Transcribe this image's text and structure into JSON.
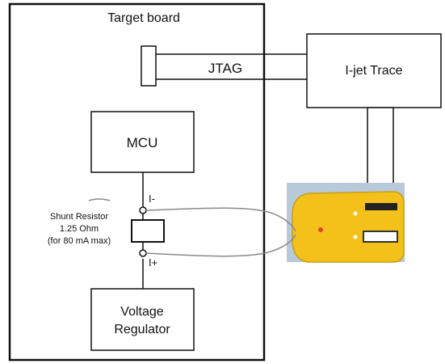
{
  "board": {
    "title": "Target board"
  },
  "jtag": {
    "label": "JTAG"
  },
  "ijet": {
    "label": "I-jet Trace"
  },
  "mcu": {
    "label": "MCU"
  },
  "regulator": {
    "line1": "Voltage",
    "line2": "Regulator"
  },
  "shunt": {
    "line1": "Shunt Resistor",
    "line2": "1.25 Ohm",
    "line3": "(for 80 mA max)",
    "minus_label": "I-",
    "plus_label": "I+"
  },
  "colors": {
    "line": "#111111",
    "probe_cable": "#8a8a8a",
    "probe_body": "#f3c11a",
    "probe_background": "#b8c9da",
    "probe_led": "#e0442a"
  }
}
